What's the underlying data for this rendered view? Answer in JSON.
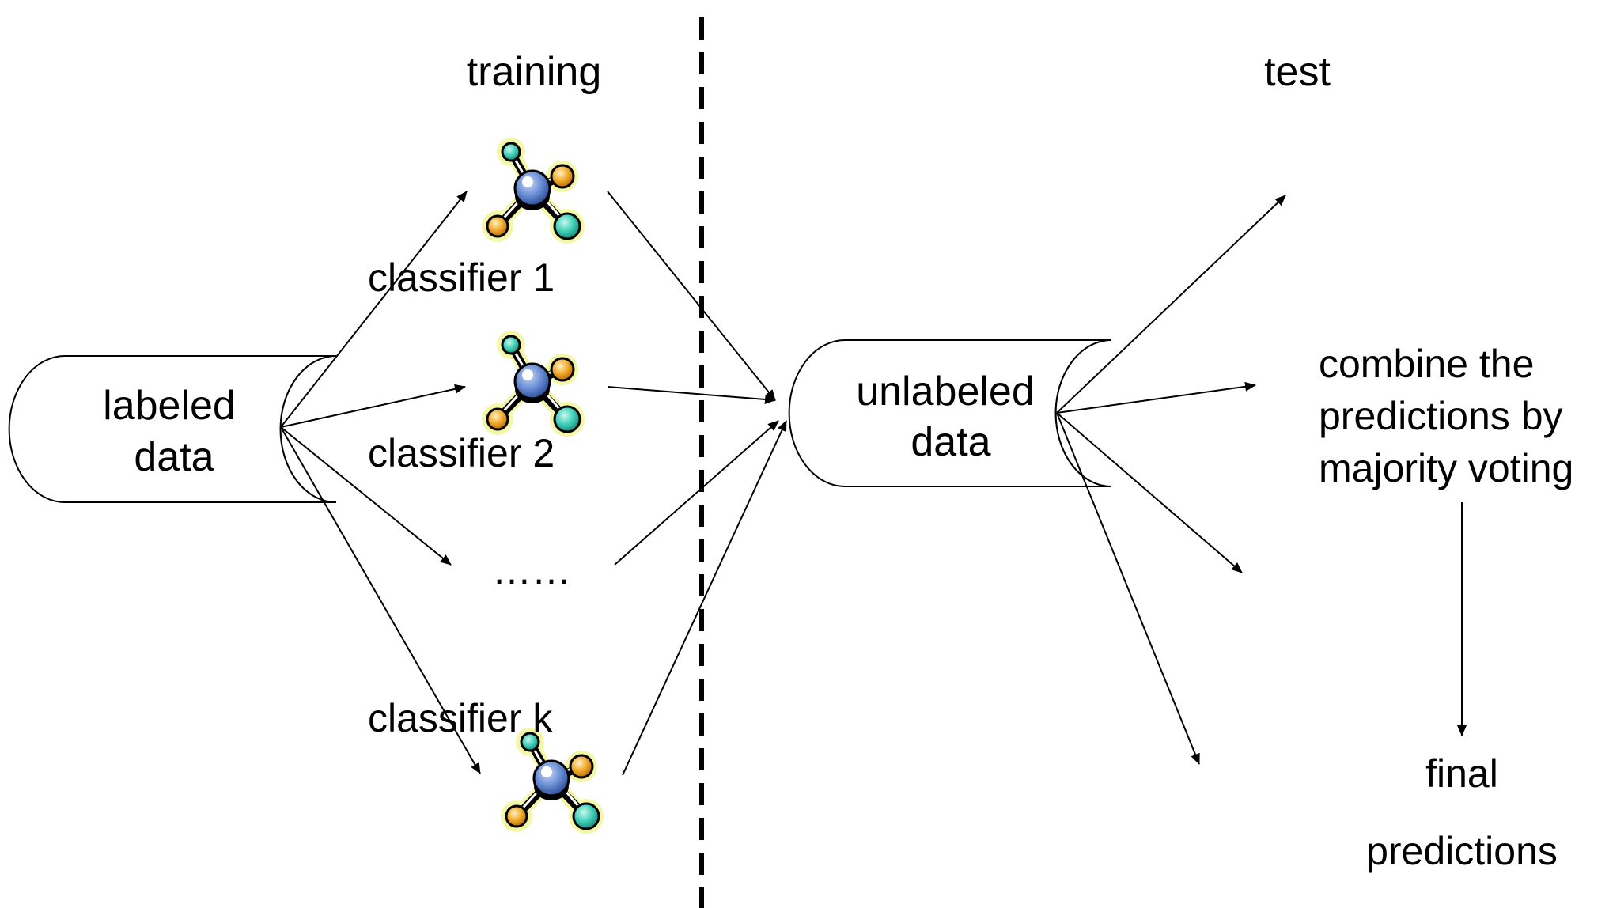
{
  "headers": {
    "training": "training",
    "test": "test"
  },
  "labeled_data": {
    "line1": "labeled",
    "line2": "data"
  },
  "unlabeled_data": {
    "line1": "unlabeled",
    "line2": "data"
  },
  "classifiers": [
    {
      "label": "classifier 1",
      "icon": "molecule-icon"
    },
    {
      "label": "classifier 2",
      "icon": "molecule-icon"
    },
    {
      "label": "……"
    },
    {
      "label": "classifier k",
      "icon": "molecule-icon"
    }
  ],
  "combine": {
    "line1": "combine the",
    "line2": "predictions by",
    "line3": "majority voting"
  },
  "final": {
    "line1": "final",
    "line2": "predictions"
  },
  "colors": {
    "atom_center": "#6b8fd6",
    "atom_orange": "#f0a92a",
    "atom_teal": "#3fcfb8",
    "atom_glow": "#f4f7a8",
    "line": "#000000"
  }
}
